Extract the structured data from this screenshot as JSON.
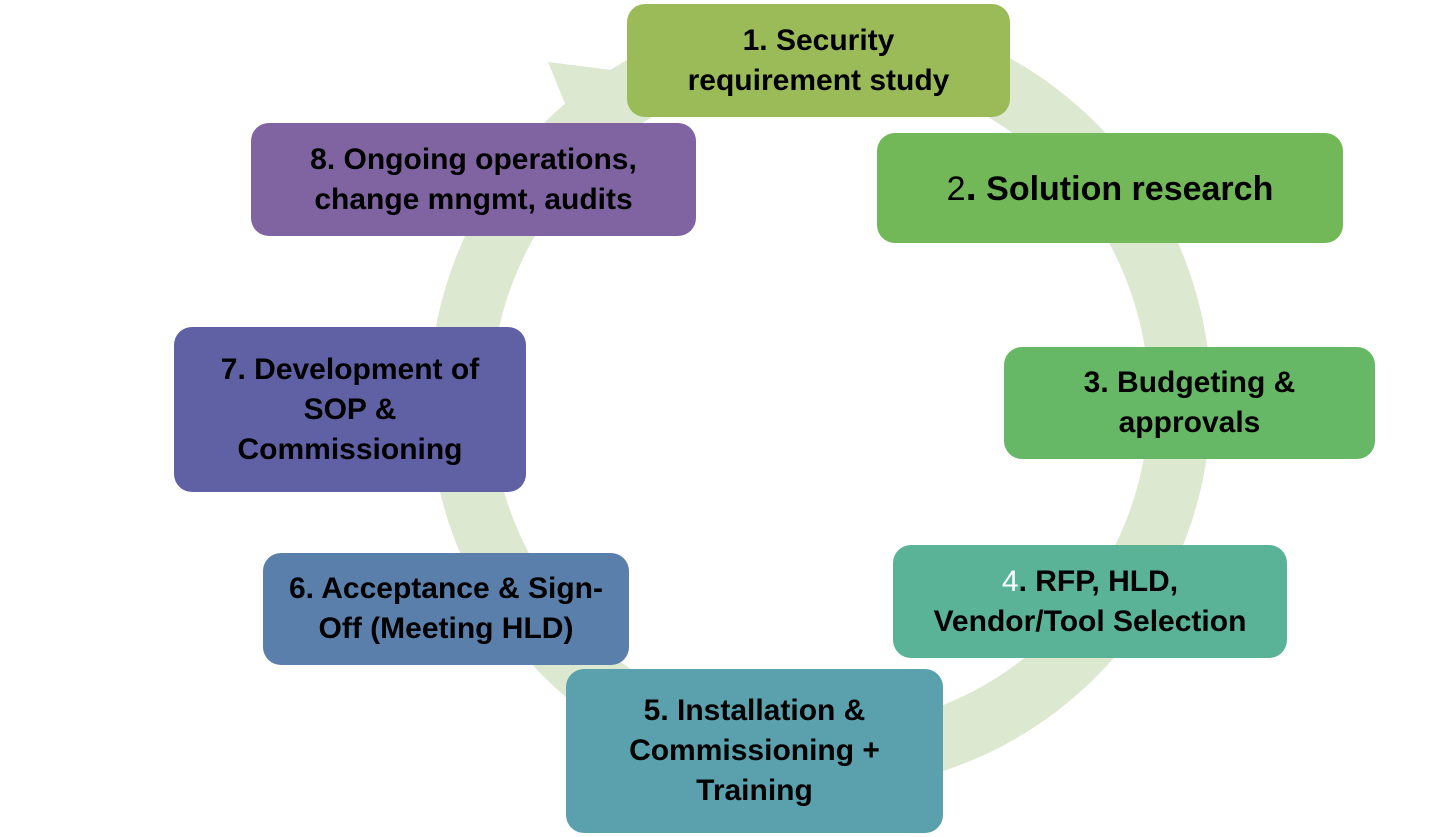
{
  "colors": {
    "ring": "#dce8cf",
    "step_1": "#9bbb59",
    "step_2": "#72b859",
    "step_3": "#66b866",
    "step_4": "#5ab397",
    "step_5": "#5aa1ad",
    "step_6": "#5b7fab",
    "step_7": "#6060a5",
    "step_8": "#8064a2"
  },
  "steps": [
    {
      "number": "1",
      "line1": "1. Security",
      "line2": "requirement study"
    },
    {
      "number": "2",
      "label": "Solution research"
    },
    {
      "number": "3",
      "line1": "3. Budgeting &",
      "line2": "approvals"
    },
    {
      "number": "4",
      "line1_rest": ". RFP, HLD,",
      "line2": "Vendor/Tool Selection"
    },
    {
      "number": "5",
      "line1": "5. Installation &",
      "line2": "Commissioning +",
      "line3": "Training"
    },
    {
      "number": "6",
      "line1": "6. Acceptance & Sign-",
      "line2": "Off (Meeting HLD)"
    },
    {
      "number": "7",
      "line1": "7. Development of",
      "line2": "SOP &",
      "line3": "Commissioning"
    },
    {
      "number": "8",
      "line1": "8. Ongoing operations,",
      "line2": "change mngmt, audits"
    }
  ]
}
